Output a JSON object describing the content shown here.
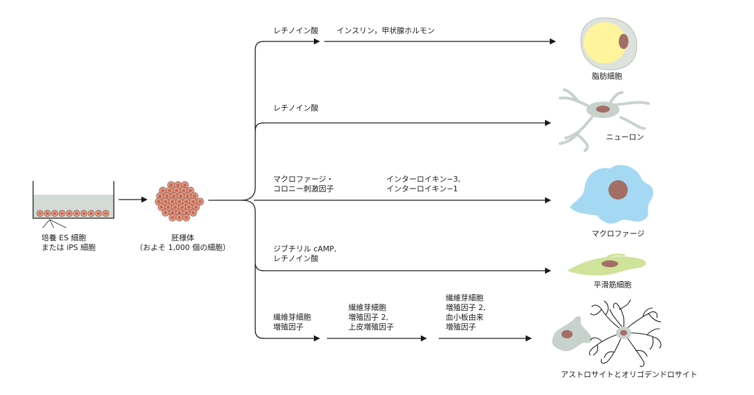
{
  "source": {
    "dish_label": [
      "培養 ES 細胞",
      "または iPS 細胞"
    ],
    "body_label": [
      "胚様体",
      "（およそ 1,000 個の細胞）"
    ]
  },
  "pathways": {
    "adipocyte": {
      "factors": [
        "レチノイン酸"
      ],
      "factors2": [
        "インスリン，甲状腺ホルモン"
      ],
      "cell": "脂肪細胞"
    },
    "neuron": {
      "factors": [
        "レチノイン酸"
      ],
      "cell": "ニューロン"
    },
    "macrophage": {
      "factors": [
        "マクロファージ・",
        "コロニー刺激因子"
      ],
      "factors2": [
        "インターロイキン−3,",
        "インターロイキン−1"
      ],
      "cell": "マクロファージ"
    },
    "smooth_muscle": {
      "factors": [
        "ジブチリル cAMP,",
        "レチノイン酸"
      ],
      "cell": "平滑筋細胞"
    },
    "glia": {
      "step1": [
        "繊維芽細胞",
        "増殖因子"
      ],
      "step2": [
        "繊維芽細胞",
        "増殖因子 2,",
        "上皮増殖因子"
      ],
      "step3": [
        "繊維芽細胞",
        "増殖因子 2,",
        "血小板由来",
        "増殖因子"
      ],
      "cell": "アストロサイトとオリゴデンドロサイト"
    }
  },
  "colors": {
    "arrow": "#1a1a1a",
    "dish_fill": "#d2dbd6",
    "cell_orange": "#e39a84",
    "cell_nucleus": "#a26e66",
    "adipocyte_fat": "#fff49c",
    "adipocyte_membrane": "#dde2dd",
    "neuron_body": "#c8d2cc",
    "macrophage_body": "#a5d8f3",
    "smooth_muscle_body": "#cfe39a",
    "glia_body": "#c8d2cc"
  }
}
